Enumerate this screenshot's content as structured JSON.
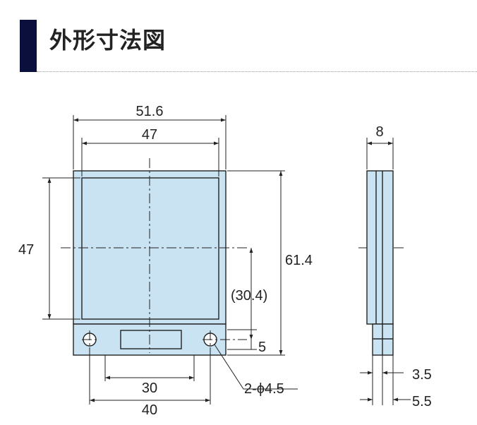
{
  "header": {
    "title": "外形寸法図"
  },
  "drawing": {
    "front": {
      "overall_width": "51.6",
      "inner_width": "47",
      "height_left": "47",
      "overall_height": "61.4",
      "hole_offset": "(30.4)",
      "hole_edge": "5",
      "hole_pitch_inner": "30",
      "hole_pitch": "40",
      "holes": "2-ϕ4.5"
    },
    "side": {
      "thickness": "8",
      "step_a": "3.5",
      "step_b": "5.5"
    },
    "colors": {
      "panel_fill": "#c9e3f2",
      "line": "#222222",
      "heading_bar": "#0a0f3c"
    }
  }
}
